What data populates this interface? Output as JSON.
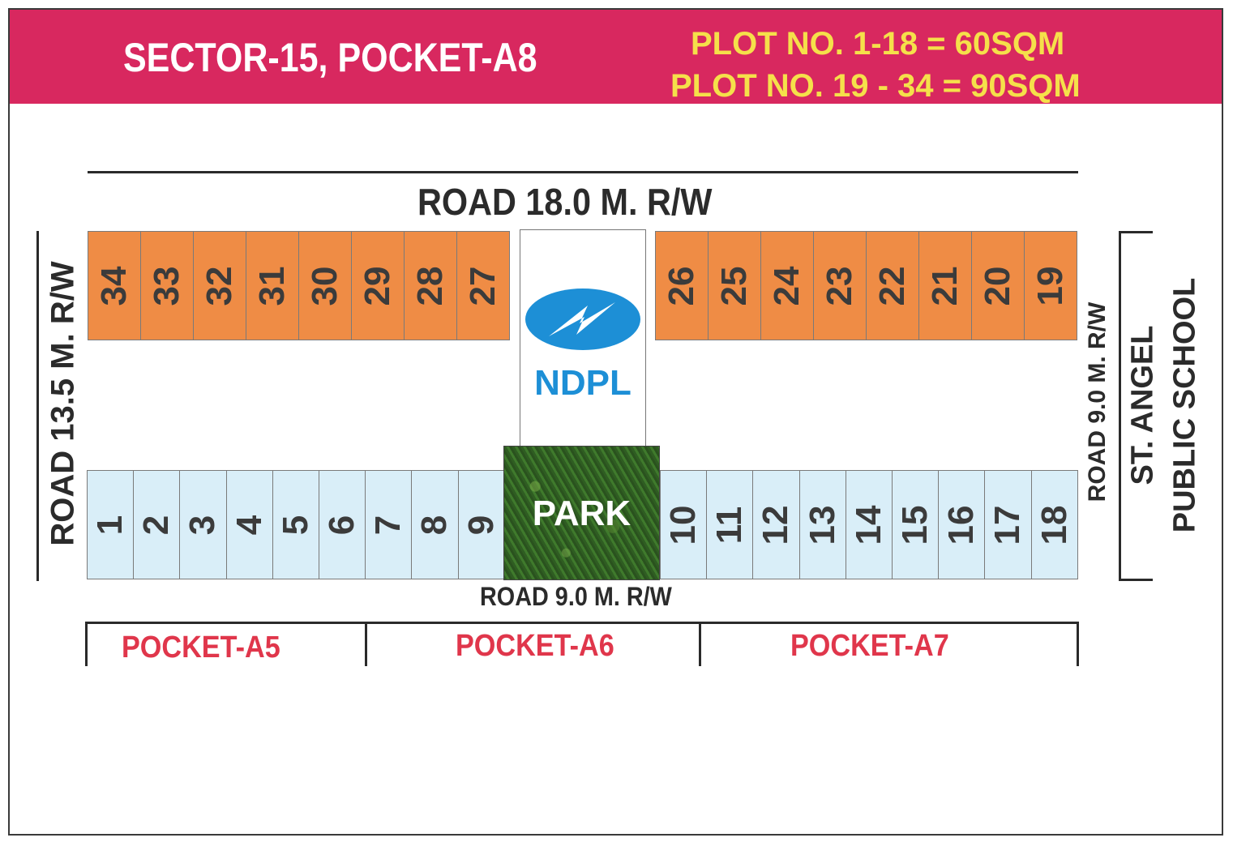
{
  "header": {
    "title": "SECTOR-15, POCKET-A8",
    "line1": "PLOT NO. 1-18 = 60SQM",
    "line2": "PLOT NO. 19 - 34 = 90SQM"
  },
  "roads": {
    "top": "ROAD 18.0 M. R/W",
    "left": "ROAD 13.5 M. R/W",
    "right": "ROAD 9.0 M. R/W",
    "bottom": "ROAD 9.0 M. R/W"
  },
  "plots_top_left": [
    "34",
    "33",
    "32",
    "31",
    "30",
    "29",
    "28",
    "27"
  ],
  "plots_top_right": [
    "26",
    "25",
    "24",
    "23",
    "22",
    "21",
    "20",
    "19"
  ],
  "plots_bottom_left": [
    "1",
    "2",
    "3",
    "4",
    "5",
    "6",
    "7",
    "8",
    "9"
  ],
  "plots_bottom_right": [
    "10",
    "11",
    "12",
    "13",
    "14",
    "15",
    "16",
    "17",
    "18"
  ],
  "ndpl": {
    "label": "NDPL"
  },
  "park": {
    "label": "PARK"
  },
  "school": {
    "line1": "ST. ANGEL",
    "line2": "PUBLIC SCHOOL"
  },
  "pockets": [
    "POCKET-A5",
    "POCKET-A6",
    "POCKET-A7"
  ],
  "colors": {
    "header": "#d8285f",
    "large_plot": "#ef8c45",
    "small_plot": "#d9eef8",
    "pocket_text": "#e0364b",
    "ndpl_blue": "#1d8fd6"
  }
}
